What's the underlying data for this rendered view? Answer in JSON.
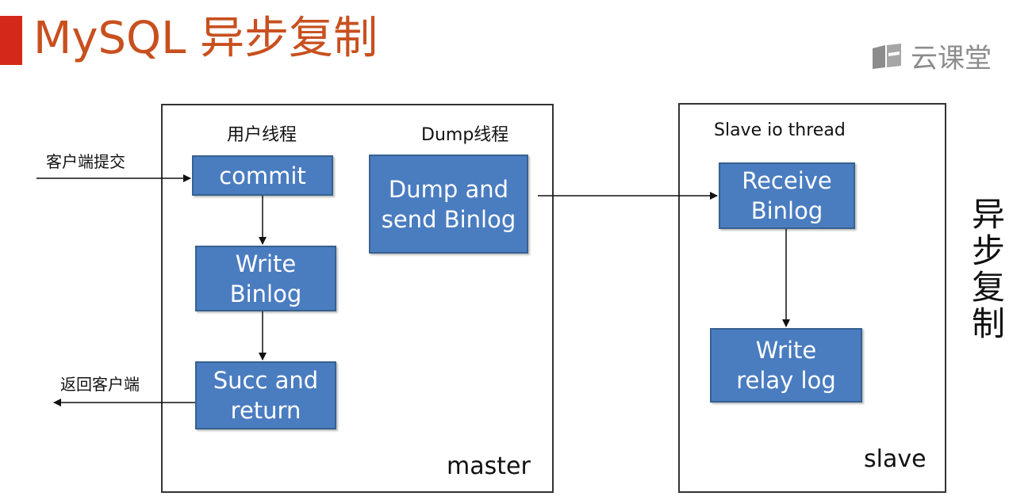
{
  "header": {
    "title": "MySQL 异步复制",
    "logo_text": "云课堂"
  },
  "colors": {
    "accent": "#d4291a",
    "title": "#c8501f",
    "box_fill": "#4a7cc0",
    "box_border": "#36618f"
  },
  "master": {
    "label": "master",
    "user_thread_label": "用户线程",
    "dump_thread_label": "Dump线程",
    "steps": {
      "commit": [
        "commit"
      ],
      "write_binlog": [
        "Write",
        "Binlog"
      ],
      "succ_return": [
        "Succ and",
        "return"
      ],
      "dump_send": [
        "Dump and",
        "send Binlog"
      ]
    }
  },
  "slave": {
    "label": "slave",
    "io_thread_label": "Slave io thread",
    "steps": {
      "receive_binlog": [
        "Receive",
        "Binlog"
      ],
      "write_relay": [
        "Write",
        "relay log"
      ]
    }
  },
  "client": {
    "submit_label": "客户端提交",
    "return_label": "返回客户端"
  },
  "side_title": [
    "异",
    "步",
    "复",
    "制"
  ]
}
